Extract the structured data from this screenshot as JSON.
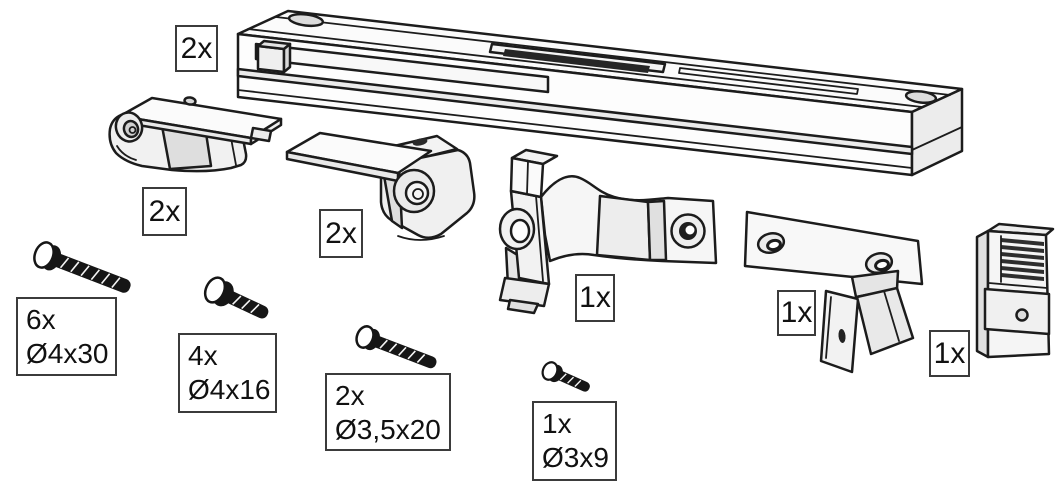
{
  "diagram": {
    "background_color": "#ffffff",
    "line_color": "#1c1c1c",
    "parts": [
      {
        "icon": "top-rail-icon",
        "qty": "2x"
      },
      {
        "icon": "glass-clamp-a-icon",
        "qty": "2x"
      },
      {
        "icon": "glass-clamp-b-icon",
        "qty": "2x"
      },
      {
        "icon": "pivot-hinge-icon",
        "qty": "1x"
      },
      {
        "icon": "wall-bracket-icon",
        "qty": "1x"
      },
      {
        "icon": "buffer-block-icon",
        "qty": "1x"
      }
    ],
    "screws": [
      {
        "icon": "screw-long-icon",
        "qty": "6x",
        "size": "Ø4x30"
      },
      {
        "icon": "screw-medium-icon",
        "qty": "4x",
        "size": "Ø4x16"
      },
      {
        "icon": "screw-slim-icon",
        "qty": "2x",
        "size": "Ø3,5x20"
      },
      {
        "icon": "screw-small-icon",
        "qty": "1x",
        "size": "Ø3x9"
      }
    ]
  }
}
